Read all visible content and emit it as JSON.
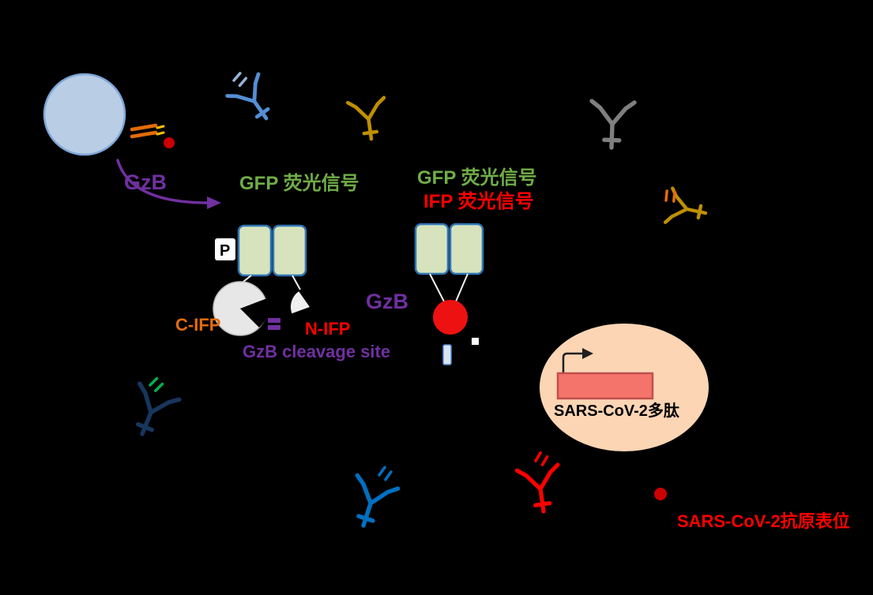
{
  "figure": {
    "background": "#000000",
    "labels": {
      "gzb_enzyme": "GzB",
      "gfp_signal_left": "GFP 荧光信号",
      "gfp_signal_right": "GFP 荧光信号",
      "ifp_signal": "IFP 荧光信号",
      "promoter_p": "P",
      "c_ifp": "C-IFP",
      "n_ifp": "N-IFP",
      "gzb_cleavage_site": "GzB cleavage site",
      "gzb_bound": "GzB",
      "sars_polypeptide": "SARS-CoV-2多肽",
      "sars_epitope": "SARS-CoV-2抗原表位"
    },
    "colors": {
      "purple": "#7030a0",
      "green": "#70ad47",
      "red": "#ff0000",
      "orange": "#e36c09",
      "black_text": "#000000",
      "white": "#ffffff",
      "cell_fill": "#b9cde5",
      "cell_stroke": "#7da7d8",
      "gfp_fill": "#d6e3bc",
      "gfp_stroke": "#2e75b6",
      "pacman_fill": "#e7e7e7",
      "pacman_stroke": "#bfbfbf",
      "wedge_fill": "#efefef",
      "gzb_circle": "#ee1111",
      "tether": "#f2f2f2",
      "plasmid_cell_fill": "#fcd5b4",
      "insert_fill": "#f4736a",
      "insert_stroke": "#c0504d",
      "promoter_arrow": "#1f1f1f",
      "epitope_dot": "#cc0000",
      "fragment_blue_fill": "#dbe5f1",
      "fragment_blue_stroke": "#558ed5",
      "receptor_blue": "#558ed5",
      "receptor_light_blue": "#95b3d7",
      "receptor_gold": "#bf9000",
      "receptor_gray": "#7f7f7f",
      "receptor_navy": "#17365d",
      "receptor_bright_blue": "#0070c0",
      "receptor_red": "#ff0000",
      "peptide_green": "#00b050",
      "peptide_yellow": "#ffc000",
      "peptide_orange": "#e36c09"
    },
    "icons": {
      "cell-icon": "large filled circle",
      "receptor-icon": "Y-shaped receptor glyph",
      "gzb-protein-icon": "small filled red circle",
      "c-ifp-icon": "pac-man circle with open mouth",
      "n-ifp-icon": "small pie wedge",
      "epitope-dot-icon": "small filled red dot",
      "promoter-arrow-icon": "bent arrow pointing right",
      "peptide-dash-icon": "two short parallel lines",
      "cleavage-linker-icon": "two stacked purple bars"
    }
  }
}
